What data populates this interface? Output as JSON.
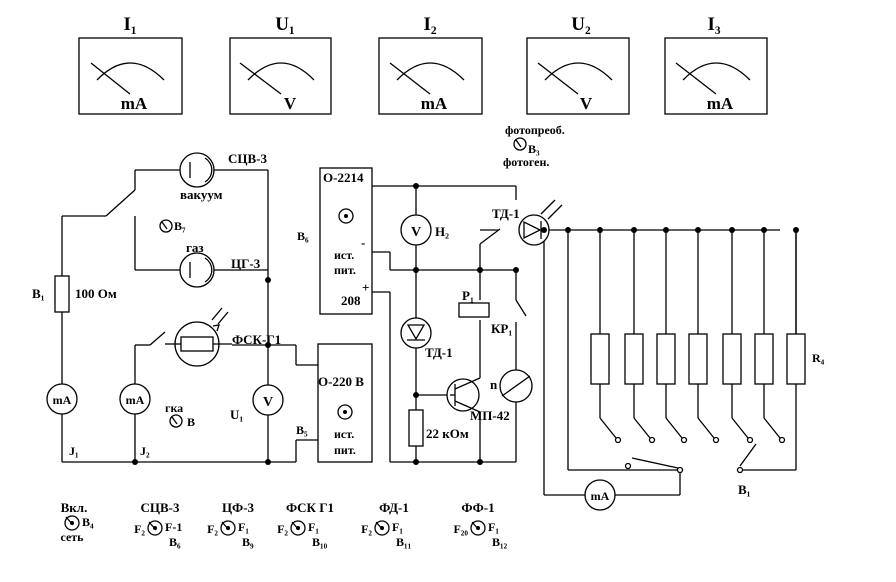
{
  "meters": [
    {
      "title": "I₁",
      "unit": "mA"
    },
    {
      "title": "U₁",
      "unit": "V"
    },
    {
      "title": "I₂",
      "unit": "mA"
    },
    {
      "title": "U₂",
      "unit": "V"
    },
    {
      "title": "I₃",
      "unit": "mA"
    }
  ],
  "labels": {
    "fotopreob": "фотопреоб.",
    "b3": "В₃",
    "fotogen": "фотоген.",
    "scv3": "СЦВ-3",
    "vakuum": "вакуум",
    "b7": "В₇",
    "gaz": "газ",
    "cg3": "ЦГ-3",
    "b1_left": "В₁",
    "r100": "100 Ом",
    "fsk": "ФСК-Г1",
    "ma1": "mA",
    "ma2": "mA",
    "gka": "гка",
    "b_gka": "В",
    "u1": "U₁",
    "v1": "V",
    "j1": "J₁",
    "j2": "J₂",
    "o2214": "О-2214",
    "b6": "В₆",
    "ist_pit_top_1": "ист.",
    "ist_pit_top_2": "пит.",
    "minus": "-",
    "plus": "+",
    "n208": "208",
    "o220": "О-220 В",
    "b5": "В₅",
    "ist_pit_bot_1": "ист.",
    "ist_pit_bot_2": "пит.",
    "vm_h": "V",
    "h2": "Н₂",
    "td1_top": "ТД-1",
    "p1": "Р₁",
    "kp1": "КР₁",
    "td1_mid": "ТД-1",
    "n_lamp": "n",
    "mp42": "МП-42",
    "r22k": "22 кОм",
    "r4": "R₄",
    "b1_right": "В₁",
    "ma_bottom": "mA"
  },
  "bottom_switches": [
    {
      "top": "Вкл.",
      "left": "",
      "right": "В₄",
      "bottom": "сеть"
    },
    {
      "top": "СЦВ-3",
      "left": "F₂",
      "right": "F-1",
      "bottom": "В₆"
    },
    {
      "top": "ЦФ-3",
      "left": "F₂",
      "right": "F₁",
      "bottom": "В₉"
    },
    {
      "top": "ФСК Г1",
      "left": "F₂",
      "right": "F₁",
      "bottom": "В₁₀"
    },
    {
      "top": "ФД-1",
      "left": "F₂",
      "right": "F₁",
      "bottom": "В₁₁"
    },
    {
      "top": "ФФ-1",
      "left": "F₂₀",
      "right": "F₁",
      "bottom": "В₁₂"
    }
  ]
}
